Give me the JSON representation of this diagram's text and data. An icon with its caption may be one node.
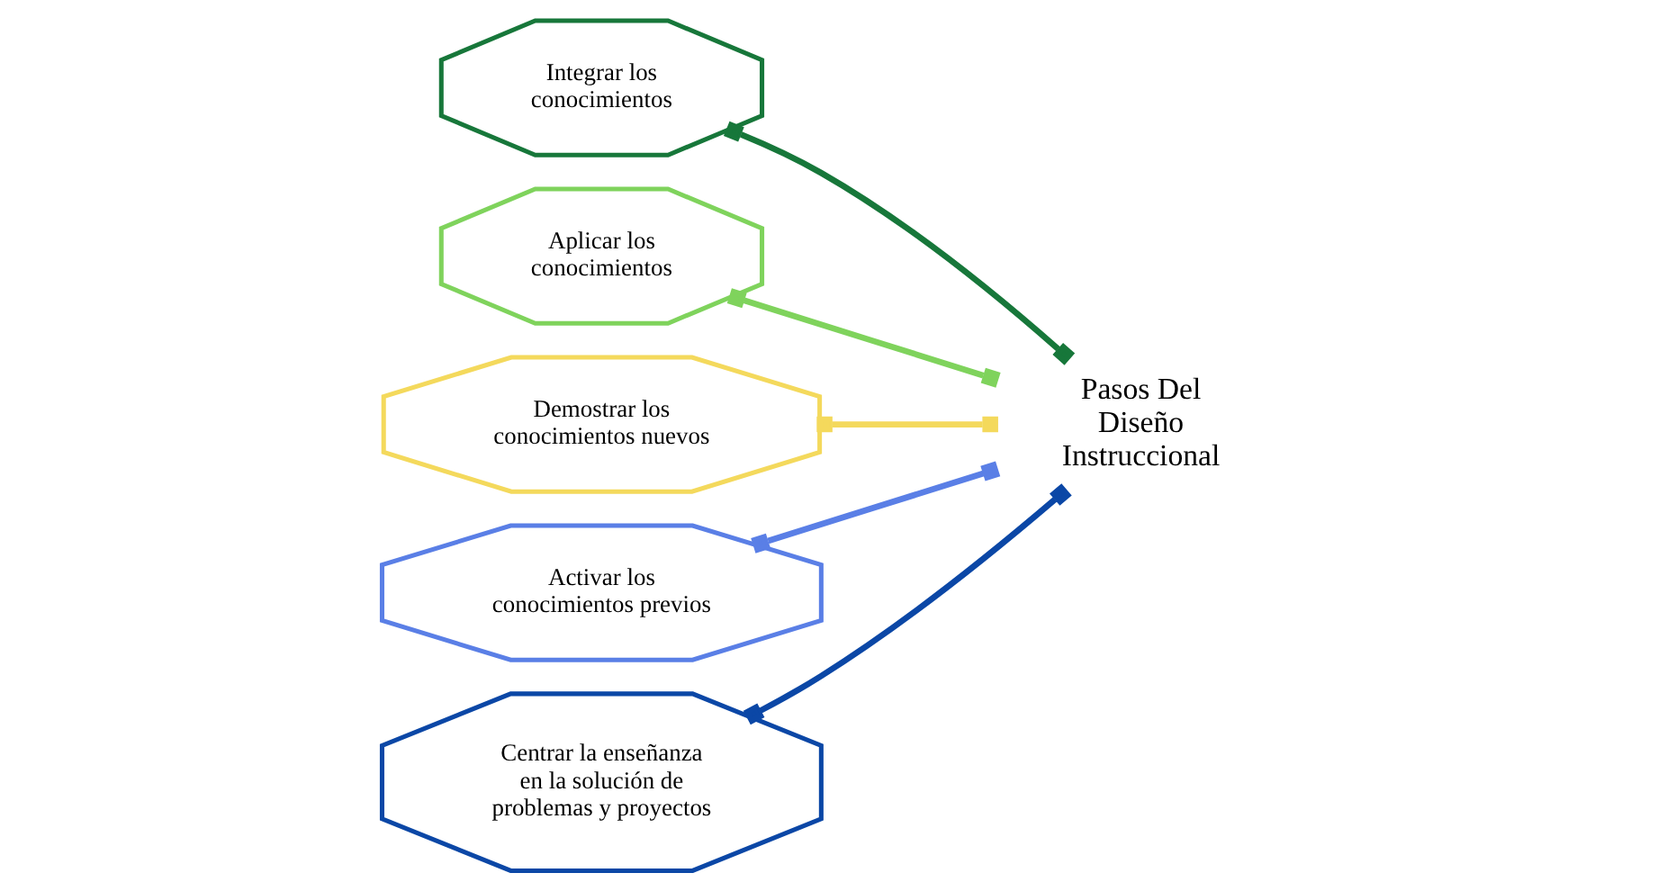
{
  "diagram": {
    "nodes": [
      {
        "text": [
          "Pasos Del Diseño Instruccional"
        ]
      },
      {
        "text": [
          "Integrar los conocimientos"
        ]
      },
      {
        "text": [
          "Aplicar los conocimientos"
        ]
      },
      {
        "text": [
          "Demostrar los conocimientos nuevos"
        ]
      },
      {
        "text": [
          "Activar los conocimientos previos"
        ]
      },
      {
        "text": [
          "Centrar la enseñanza en la solución de problemas y proyectos"
        ]
      }
    ],
    "edges": [
      {
        "from": 1,
        "to": 0,
        "arrow": "other",
        "color": "#17773a"
      },
      {
        "from": 2,
        "to": 0,
        "arrow": "other",
        "color": "#7fd35c"
      },
      {
        "from": 3,
        "to": 0,
        "arrow": "other",
        "color": "#f4d95c"
      },
      {
        "from": 4,
        "to": 0,
        "arrow": "other",
        "color": "#5a7fe6"
      },
      {
        "from": 5,
        "to": 0,
        "arrow": "other",
        "color": "#0b47a6"
      }
    ]
  }
}
